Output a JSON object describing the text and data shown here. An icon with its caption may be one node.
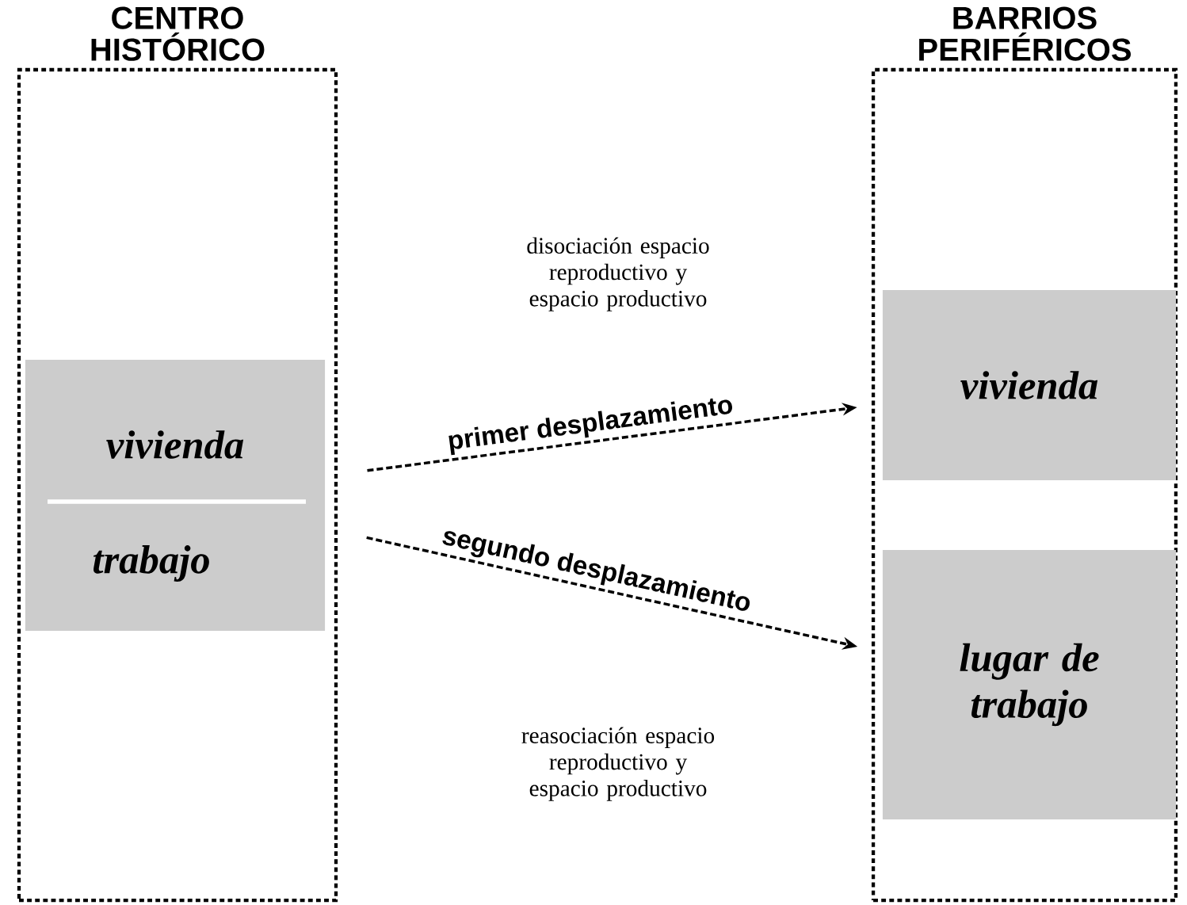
{
  "diagram": {
    "nodes": [
      {
        "text": [
          "CENTRO HISTÓRICO"
        ]
      },
      {
        "text": [
          "vivienda",
          "trabajo"
        ],
        "in": 0
      },
      {
        "text": [
          "BARRIOS PERIFÉRICOS"
        ]
      },
      {
        "text": [
          "vivienda"
        ],
        "in": 2
      },
      {
        "text": [
          "lugar de trabajo"
        ],
        "in": 2
      }
    ],
    "edges": [
      {
        "from": 1,
        "to": 3,
        "arrow": "to",
        "label": "primer desplazamiento",
        "style": "dashed"
      },
      {
        "from": 1,
        "to": 4,
        "arrow": "to",
        "label": "segundo desplazamiento",
        "style": "dashed"
      }
    ],
    "labels": [
      "disociación espacio reproductivo y espacio productivo",
      "reasociación espacio reproductivo y espacio productivo"
    ]
  }
}
